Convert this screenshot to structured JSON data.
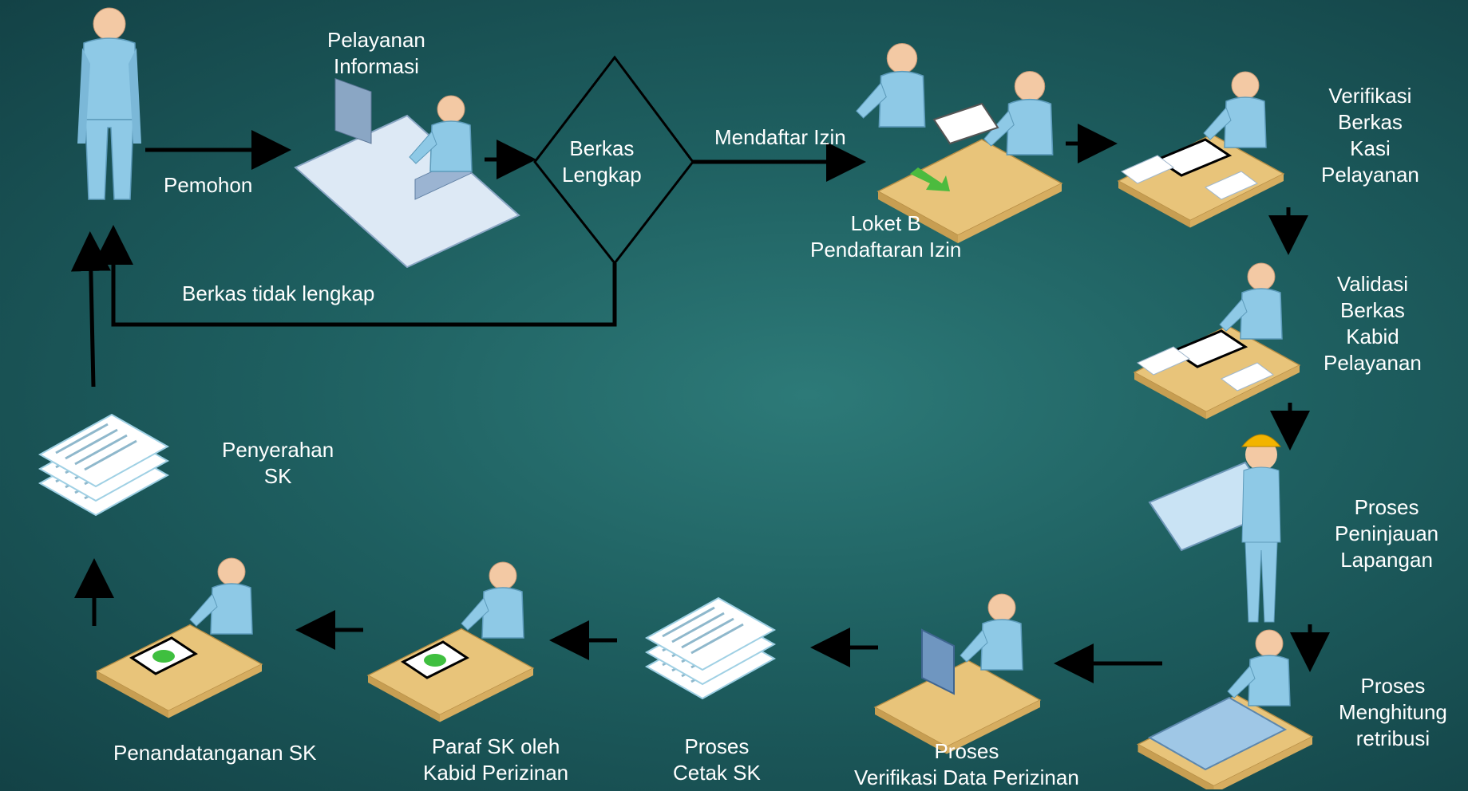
{
  "diagram": {
    "labels": {
      "pemohon": "Pemohon",
      "pelayanan_informasi": [
        "Pelayanan",
        "Informasi"
      ],
      "berkas_lengkap": [
        "Berkas",
        "Lengkap"
      ],
      "mendaftar_izin": "Mendaftar Izin",
      "loket_b": [
        "Loket B",
        "Pendaftaran Izin"
      ],
      "berkas_tidak_lengkap": "Berkas tidak lengkap",
      "verifikasi_berkas": [
        "Verifikasi",
        "Berkas",
        "Kasi",
        "Pelayanan"
      ],
      "validasi_berkas": [
        "Validasi",
        "Berkas",
        "Kabid",
        "Pelayanan"
      ],
      "peninjauan_lapangan": [
        "Proses",
        "Peninjauan",
        "Lapangan"
      ],
      "menghitung_retribusi": [
        "Proses",
        "Menghitung",
        "retribusi"
      ],
      "verifikasi_data": [
        "Proses",
        "Verifikasi Data Perizinan"
      ],
      "cetak_sk": [
        "Proses",
        "Cetak SK"
      ],
      "paraf_sk": [
        "Paraf SK oleh",
        "Kabid Perizinan"
      ],
      "penandatanganan_sk": "Penandatanganan SK",
      "penyerahan_sk": [
        "Penyerahan",
        "SK"
      ]
    },
    "colors": {
      "background": "#1e5f60",
      "person_body": "#8ec9e6",
      "person_head": "#f3c9a4",
      "desk": "#e8c47a",
      "hardhat": "#f2b400",
      "arrow": "#000000",
      "diamond_stroke": "#000000"
    }
  }
}
